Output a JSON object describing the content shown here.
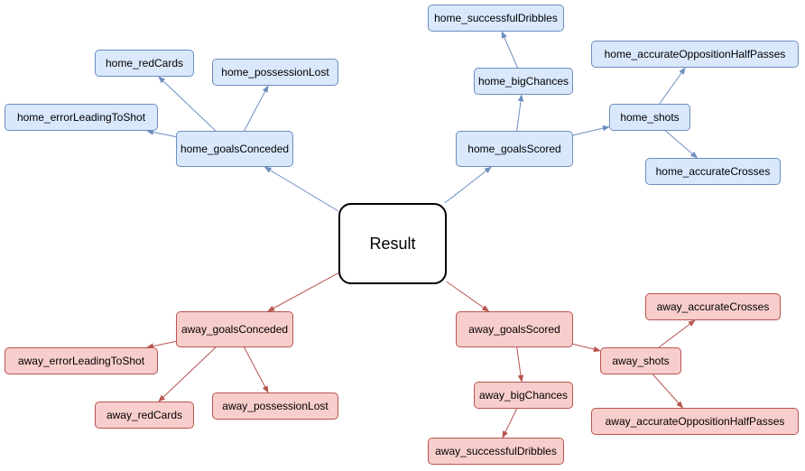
{
  "colors": {
    "home_fill": "#dae8fc",
    "home_stroke": "#6c8ebf",
    "away_fill": "#f8cecc",
    "away_stroke": "#b85450",
    "root_fill": "#ffffff",
    "root_stroke": "#000000"
  },
  "nodes": {
    "result": "Result",
    "home_goalsConceded": "home_goalsConceded",
    "home_redCards": "home_redCards",
    "home_possessionLost": "home_possessionLost",
    "home_errorLeadingToShot": "home_errorLeadingToShot",
    "home_goalsScored": "home_goalsScored",
    "home_successfulDribbles": "home_successfulDribbles",
    "home_bigChances": "home_bigChances",
    "home_shots": "home_shots",
    "home_accurateOppositionHalfPasses": "home_accurateOppositionHalfPasses",
    "home_accurateCrosses": "home_accurateCrosses",
    "away_goalsConceded": "away_goalsConceded",
    "away_errorLeadingToShot": "away_errorLeadingToShot",
    "away_redCards": "away_redCards",
    "away_possessionLost": "away_possessionLost",
    "away_goalsScored": "away_goalsScored",
    "away_bigChances": "away_bigChances",
    "away_successfulDribbles": "away_successfulDribbles",
    "away_shots": "away_shots",
    "away_accurateCrosses": "away_accurateCrosses",
    "away_accurateOppositionHalfPasses": "away_accurateOppositionHalfPasses"
  },
  "edges": [
    {
      "from": "result",
      "to": "home_goalsConceded",
      "group": "home"
    },
    {
      "from": "result",
      "to": "home_goalsScored",
      "group": "home"
    },
    {
      "from": "home_goalsConceded",
      "to": "home_redCards",
      "group": "home"
    },
    {
      "from": "home_goalsConceded",
      "to": "home_possessionLost",
      "group": "home"
    },
    {
      "from": "home_goalsConceded",
      "to": "home_errorLeadingToShot",
      "group": "home"
    },
    {
      "from": "home_goalsScored",
      "to": "home_bigChances",
      "group": "home"
    },
    {
      "from": "home_bigChances",
      "to": "home_successfulDribbles",
      "group": "home"
    },
    {
      "from": "home_goalsScored",
      "to": "home_shots",
      "group": "home"
    },
    {
      "from": "home_shots",
      "to": "home_accurateOppositionHalfPasses",
      "group": "home"
    },
    {
      "from": "home_shots",
      "to": "home_accurateCrosses",
      "group": "home"
    },
    {
      "from": "result",
      "to": "away_goalsConceded",
      "group": "away"
    },
    {
      "from": "result",
      "to": "away_goalsScored",
      "group": "away"
    },
    {
      "from": "away_goalsConceded",
      "to": "away_errorLeadingToShot",
      "group": "away"
    },
    {
      "from": "away_goalsConceded",
      "to": "away_redCards",
      "group": "away"
    },
    {
      "from": "away_goalsConceded",
      "to": "away_possessionLost",
      "group": "away"
    },
    {
      "from": "away_goalsScored",
      "to": "away_bigChances",
      "group": "away"
    },
    {
      "from": "away_bigChances",
      "to": "away_successfulDribbles",
      "group": "away"
    },
    {
      "from": "away_goalsScored",
      "to": "away_shots",
      "group": "away"
    },
    {
      "from": "away_shots",
      "to": "away_accurateCrosses",
      "group": "away"
    },
    {
      "from": "away_shots",
      "to": "away_accurateOppositionHalfPasses",
      "group": "away"
    }
  ]
}
